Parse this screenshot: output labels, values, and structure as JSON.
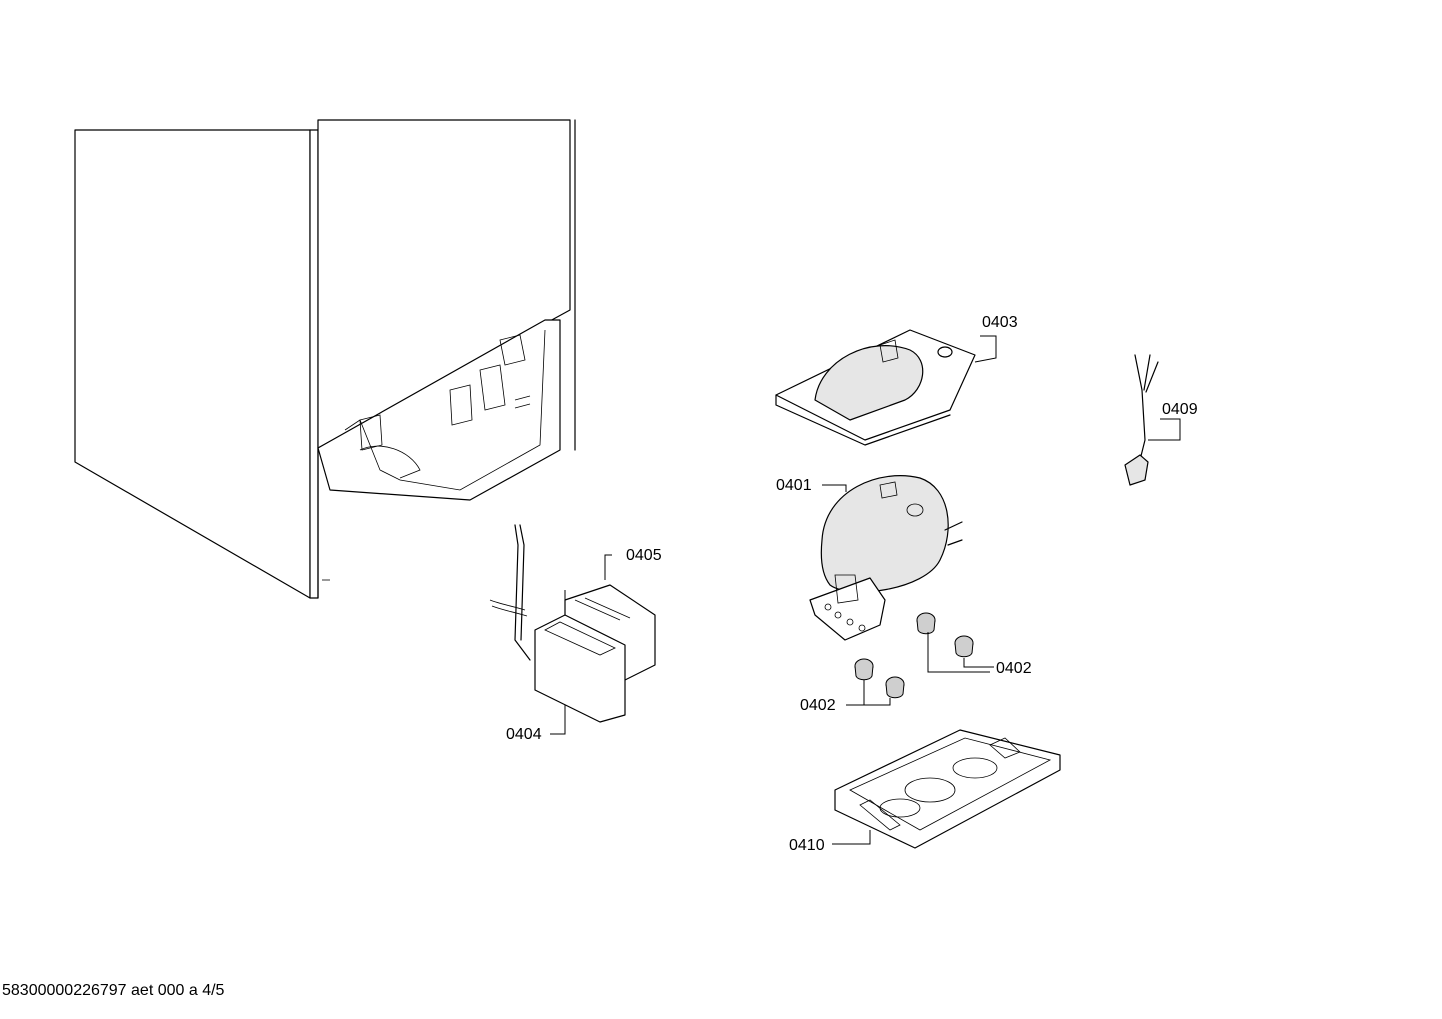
{
  "labels": {
    "p0401": "0401",
    "p0402a": "0402",
    "p0402b": "0402",
    "p0403": "0403",
    "p0404": "0404",
    "p0405": "0405",
    "p0409": "0409",
    "p0410": "0410"
  },
  "footer": "58300000226797 aet 000 a 4/5"
}
